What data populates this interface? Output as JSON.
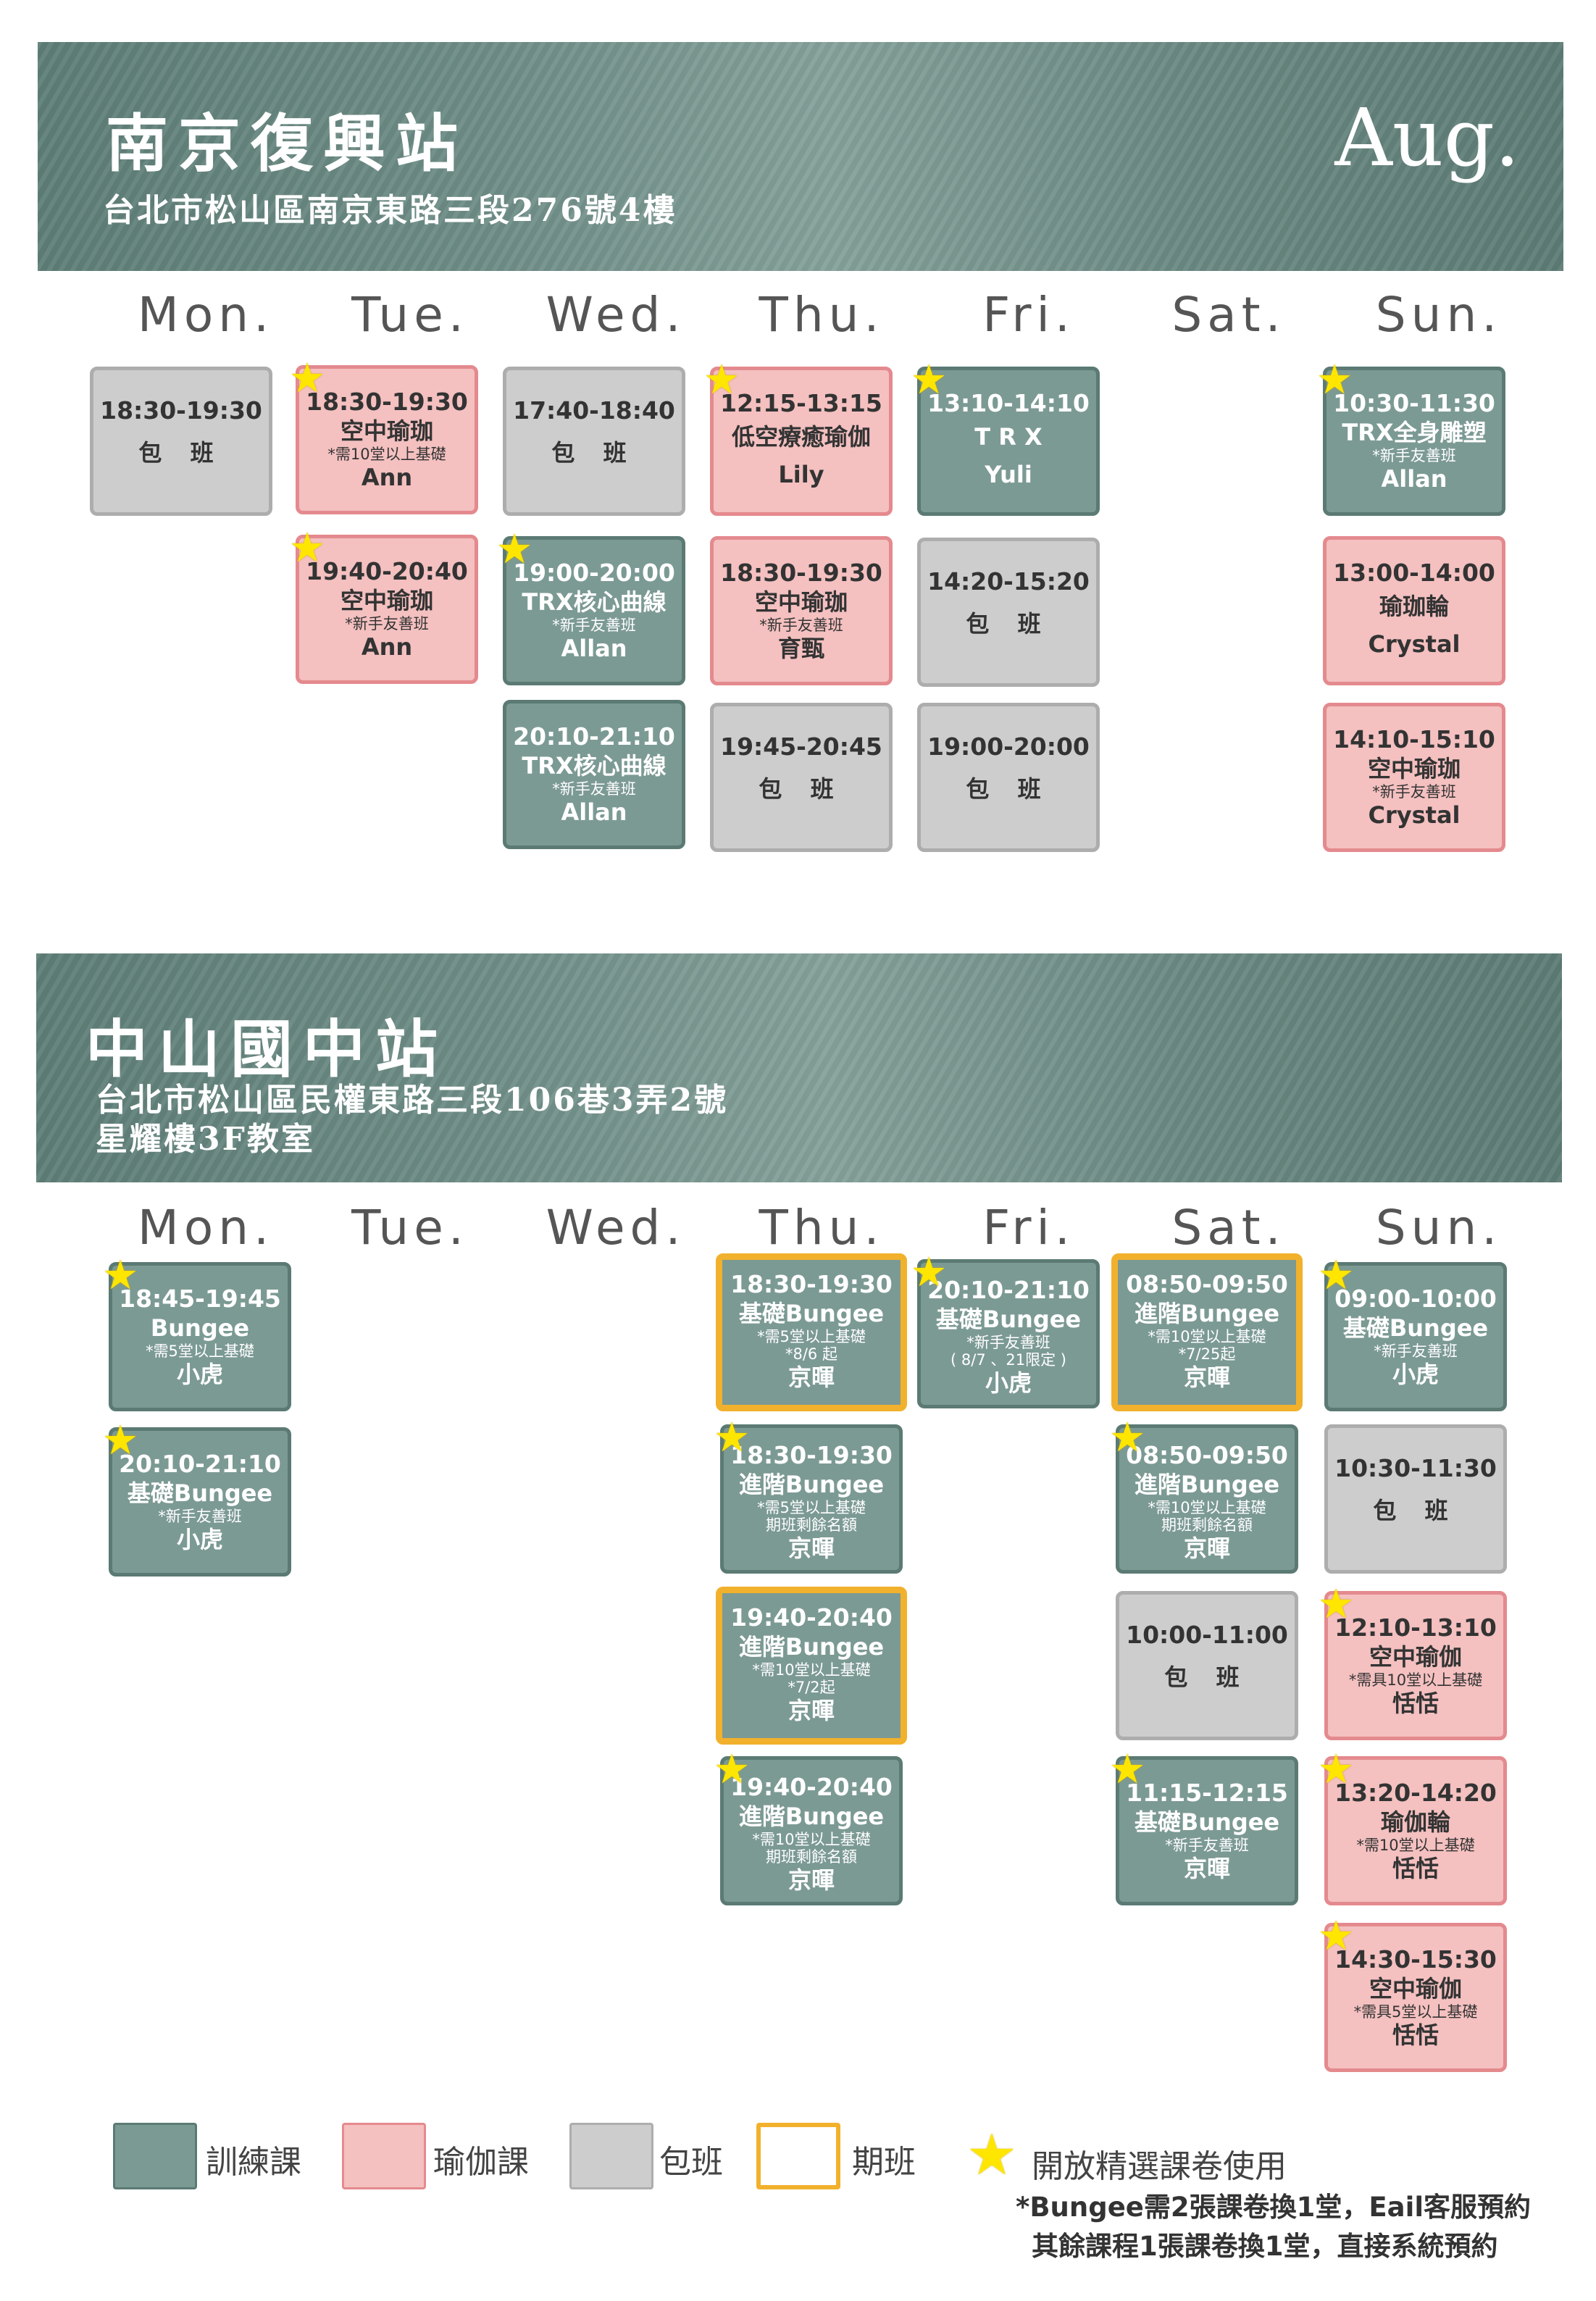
{
  "section1": {
    "title": "南京復興站",
    "address": "台北市松山區南京東路三段276號4樓",
    "month": "Aug.",
    "days": [
      "Mon.",
      "Tue.",
      "Wed.",
      "Thu.",
      "Fri.",
      "Sat.",
      "Sun."
    ],
    "classes": [
      {
        "time": "18:30-19:30",
        "name": "包 班"
      },
      {
        "time": "18:30-19:30",
        "name": "空中瑜珈",
        "note": "*需10堂以上基礎",
        "teacher": "Ann"
      },
      {
        "time": "19:40-20:40",
        "name": "空中瑜珈",
        "note": "*新手友善班",
        "teacher": "Ann"
      },
      {
        "time": "17:40-18:40",
        "name": "包 班"
      },
      {
        "time": "19:00-20:00",
        "name": "TRX核心曲線",
        "note": "*新手友善班",
        "teacher": "Allan"
      },
      {
        "time": "20:10-21:10",
        "name": "TRX核心曲線",
        "note": "*新手友善班",
        "teacher": "Allan"
      },
      {
        "time": "12:15-13:15",
        "name": "低空療癒瑜伽",
        "teacher": "Lily"
      },
      {
        "time": "18:30-19:30",
        "name": "空中瑜珈",
        "note": "*新手友善班",
        "teacher": "育甄"
      },
      {
        "time": "19:45-20:45",
        "name": "包 班"
      },
      {
        "time": "13:10-14:10",
        "name": "T R X",
        "teacher": "Yuli"
      },
      {
        "time": "14:20-15:20",
        "name": "包 班"
      },
      {
        "time": "19:00-20:00",
        "name": "包 班"
      },
      {
        "time": "10:30-11:30",
        "name": "TRX全身雕塑",
        "note": "*新手友善班",
        "teacher": "Allan"
      },
      {
        "time": "13:00-14:00",
        "name": "瑜珈輪",
        "teacher": "Crystal"
      },
      {
        "time": "14:10-15:10",
        "name": "空中瑜珈",
        "note": "*新手友善班",
        "teacher": "Crystal"
      }
    ]
  },
  "section2": {
    "title": "中山國中站",
    "address_line1": "台北市松山區民權東路三段106巷3弄2號",
    "address_line2": "星耀樓3F教室",
    "days": [
      "Mon.",
      "Tue.",
      "Wed.",
      "Thu.",
      "Fri.",
      "Sat.",
      "Sun."
    ],
    "classes": [
      {
        "time": "18:45-19:45",
        "name": "Bungee",
        "note": "*需5堂以上基礎",
        "teacher": "小虎"
      },
      {
        "time": "20:10-21:10",
        "name": "基礎Bungee",
        "note": "*新手友善班",
        "teacher": "小虎"
      },
      {
        "time": "18:30-19:30",
        "name": "基礎Bungee",
        "note": "*需5堂以上基礎",
        "note2": "*8/6 起",
        "teacher": "京暉"
      },
      {
        "time": "18:30-19:30",
        "name": "進階Bungee",
        "note": "*需5堂以上基礎",
        "note2": "期班剩餘名額",
        "teacher": "京暉"
      },
      {
        "time": "19:40-20:40",
        "name": "進階Bungee",
        "note": "*需10堂以上基礎",
        "note2": "*7/2起",
        "teacher": "京暉"
      },
      {
        "time": "19:40-20:40",
        "name": "進階Bungee",
        "note": "*需10堂以上基礎",
        "note2": "期班剩餘名額",
        "teacher": "京暉"
      },
      {
        "time": "20:10-21:10",
        "name": "基礎Bungee",
        "note": "*新手友善班",
        "note2": "( 8/7 、21限定 )",
        "teacher": "小虎"
      },
      {
        "time": "08:50-09:50",
        "name": "進階Bungee",
        "note": "*需10堂以上基礎",
        "note2": "*7/25起",
        "teacher": "京暉"
      },
      {
        "time": "08:50-09:50",
        "name": "進階Bungee",
        "note": "*需10堂以上基礎",
        "note2": "期班剩餘名額",
        "teacher": "京暉"
      },
      {
        "time": "10:00-11:00",
        "name": "包 班"
      },
      {
        "time": "11:15-12:15",
        "name": "基礎Bungee",
        "note": "*新手友善班",
        "teacher": "京暉"
      },
      {
        "time": "09:00-10:00",
        "name": "基礎Bungee",
        "note": "*新手友善班",
        "teacher": "小虎"
      },
      {
        "time": "10:30-11:30",
        "name": "包 班"
      },
      {
        "time": "12:10-13:10",
        "name": "空中瑜伽",
        "note": "*需具10堂以上基礎",
        "teacher": "恬恬"
      },
      {
        "time": "13:20-14:20",
        "name": "瑜伽輪",
        "note": "*需10堂以上基礎",
        "teacher": "恬恬"
      },
      {
        "time": "14:30-15:30",
        "name": "空中瑜伽",
        "note": "*需具5堂以上基礎",
        "teacher": "恬恬"
      }
    ]
  },
  "legend": {
    "train": "訓練課",
    "yoga": "瑜伽課",
    "private": "包班",
    "term": "期班",
    "star": "開放精選課卷使用",
    "note1": "*Bungee需2張課卷換1堂，Eail客服預約",
    "note2": "其餘課程1張課卷換1堂，直接系統預約"
  },
  "colors": {
    "train": "#7c9a94",
    "yoga": "#f4c0c0",
    "private": "#cdcdcd",
    "term_border": "#f2b12c",
    "star": "#ffe600"
  }
}
